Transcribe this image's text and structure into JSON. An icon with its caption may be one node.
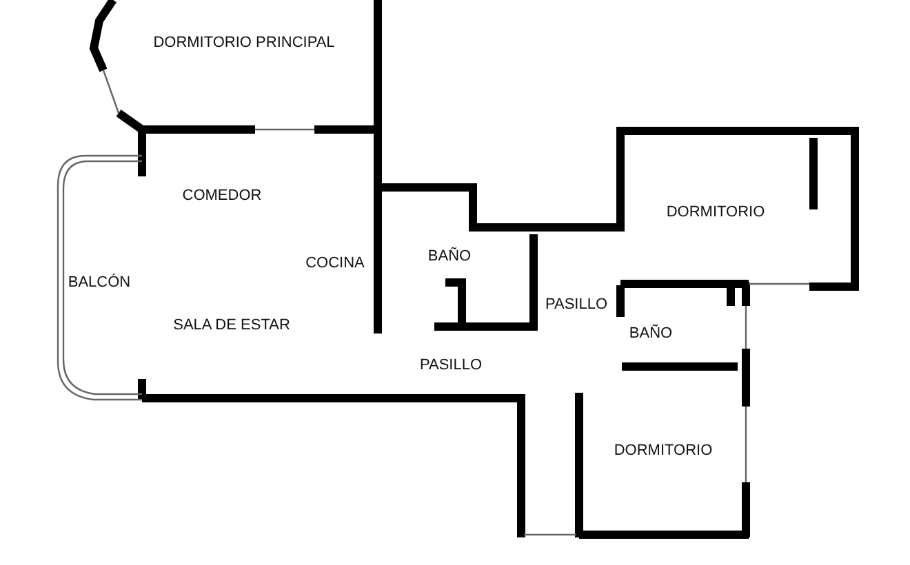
{
  "diagram": {
    "labels": [
      "DORMITORIO PRINCIPAL",
      "COMEDOR",
      "DORMITORIO",
      "COCINA",
      "BAÑO",
      "BALCÓN",
      "PASILLO",
      "SALA DE ESTAR",
      "BAÑO",
      "PASILLO",
      "DORMITORIO"
    ]
  }
}
